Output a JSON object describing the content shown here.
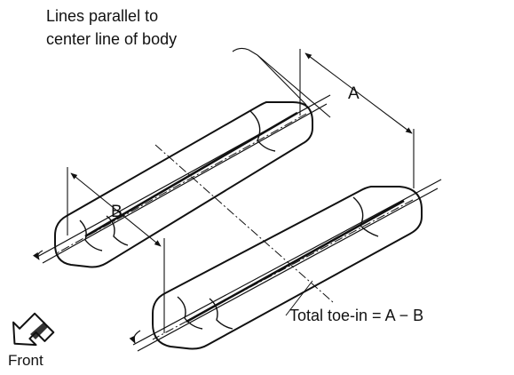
{
  "labels": {
    "note_line1": "Lines parallel to",
    "note_line2": "center line of body",
    "dim_a": "A",
    "dim_b": "B",
    "formula": "Total toe-in = A − B",
    "front": "Front"
  },
  "colors": {
    "ink": "#111111",
    "background": "#ffffff"
  },
  "icons": {
    "front_arrow": "arrow-down-left-icon"
  }
}
